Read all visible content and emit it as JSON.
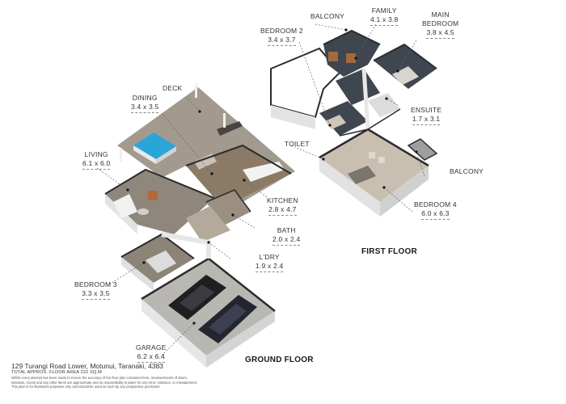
{
  "plan": {
    "colors": {
      "wall_top": "#2b2b2b",
      "wall_side": "#e6e6e6",
      "deck": "#a39a8f",
      "floor_wood": "#9b8f7d",
      "carpet_dark": "#3f4650",
      "pool": "#29a6d9",
      "garage_floor": "#b9b7b2"
    }
  },
  "floors": {
    "ground": {
      "title": "GROUND FLOOR"
    },
    "first": {
      "title": "FIRST FLOOR"
    }
  },
  "rooms": {
    "deck": {
      "name": "DECK",
      "dim": ""
    },
    "dining": {
      "name": "DINING",
      "dim": "3.4 x 3.5"
    },
    "living": {
      "name": "LIVING",
      "dim": "6.1 x 6.0"
    },
    "kitchen": {
      "name": "KITCHEN",
      "dim": "2.8 x 4.7"
    },
    "bath": {
      "name": "BATH",
      "dim": "2.0 x 2.4"
    },
    "laundry": {
      "name": "L'DRY",
      "dim": "1.9 x 2.4"
    },
    "bedroom3": {
      "name": "BEDROOM 3",
      "dim": "3.3 x 3.5"
    },
    "garage": {
      "name": "GARAGE",
      "dim": "6.2 x 6.4"
    },
    "balcony_top": {
      "name": "BALCONY",
      "dim": ""
    },
    "family": {
      "name": "FAMILY",
      "dim": "4.1 x 3.8"
    },
    "bedroom2": {
      "name": "BEDROOM 2",
      "dim": "3.4 x 3.7"
    },
    "main_bedroom": {
      "name_line1": "MAIN",
      "name_line2": "BEDROOM",
      "dim": "3.8 x 4.5"
    },
    "ensuite": {
      "name": "ENSUITE",
      "dim": "1.7 x 3.1"
    },
    "toilet": {
      "name": "TOILET",
      "dim": ""
    },
    "balcony_right": {
      "name": "BALCONY",
      "dim": ""
    },
    "bedroom4": {
      "name": "BEDROOM 4",
      "dim": "6.0 x 6.3"
    }
  },
  "footer": {
    "address": "129 Turangi Road Lower, Motunui, Taranaki, 4383",
    "total_area": "TOTAL APPROX. FLOOR AREA 222 SQ.M",
    "disclaimer_1": "Whilst every attempt has been made to ensure the accuracy of the floor plan contained here, measurements of doors,",
    "disclaimer_2": "windows, rooms and any other items are approximate and no responsibility is taken for any error, omission, or misstatement.",
    "disclaimer_3": "This plan is for illustrative purposes only and should be used as such by any prospective purchaser."
  }
}
